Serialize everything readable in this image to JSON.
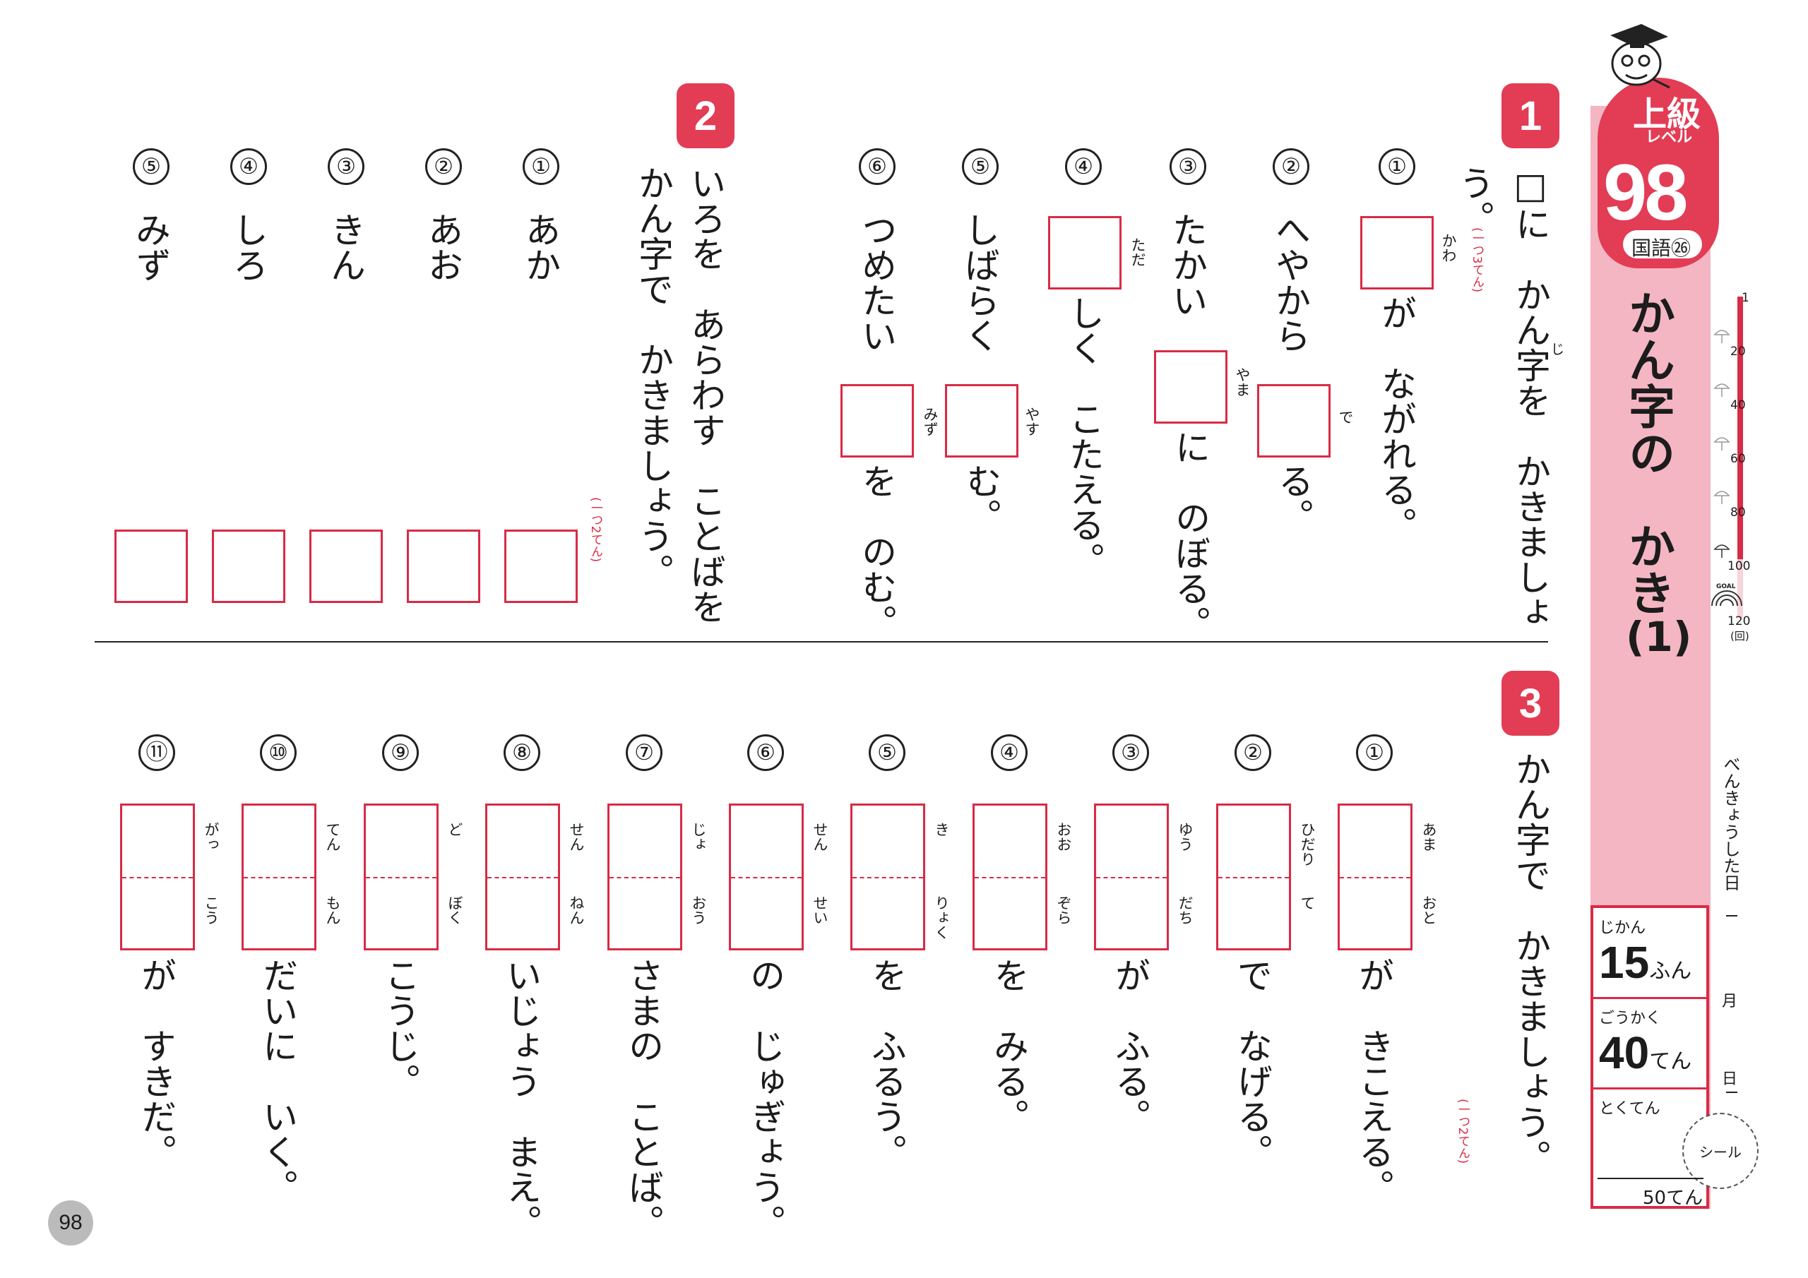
{
  "level": {
    "label": "上級",
    "sub": "レベル"
  },
  "page_number": "98",
  "subject": "国語",
  "subject_no": "㉖",
  "title": "かん字の　かき",
  "title_part": "(1)",
  "progress": {
    "ticks": [
      "1",
      "20",
      "40",
      "60",
      "80",
      "100",
      "120"
    ],
    "unit": "(回)",
    "goal": "GOAL",
    "current": 98
  },
  "study_date": {
    "label": "べんきょうした日",
    "month": "月",
    "day": "日"
  },
  "time": {
    "label": "じかん",
    "value": "15",
    "unit": "ふん"
  },
  "pass": {
    "label": "ごうかく",
    "value": "40",
    "unit": "てん"
  },
  "score": {
    "label": "とくてん",
    "sticker": "シール",
    "total": "50てん"
  },
  "page_footer": "98",
  "q1": {
    "badge": "1",
    "instruction_a": "□に　かん字を　かきましょ",
    "instruction_b": "う。",
    "ji": "じ",
    "points": "(一つ3てん)",
    "items": [
      {
        "num": "①",
        "furi1": "かわ",
        "after1": "が　ながれる。"
      },
      {
        "num": "②",
        "before": "へやから",
        "furi1": "で",
        "after1": "る。"
      },
      {
        "num": "③",
        "before": "たかい",
        "furi1": "やま",
        "after1": "に　のぼる。"
      },
      {
        "num": "④",
        "furi1": "ただ",
        "after1": "しく　こたえる。"
      },
      {
        "num": "⑤",
        "before": "しばらく",
        "furi1": "やす",
        "after1": "む。"
      },
      {
        "num": "⑥",
        "before": "つめたい",
        "furi1": "みず",
        "after1": "を　のむ。"
      }
    ]
  },
  "q2": {
    "badge": "2",
    "instruction_a": "いろを　あらわす　ことばを",
    "instruction_b": "かん字で　かきましょう。",
    "points": "(一つ2てん)",
    "items": [
      {
        "num": "①",
        "word": "あか"
      },
      {
        "num": "②",
        "word": "あお"
      },
      {
        "num": "③",
        "word": "きん"
      },
      {
        "num": "④",
        "word": "しろ"
      },
      {
        "num": "⑤",
        "word": "みず"
      }
    ]
  },
  "q3": {
    "badge": "3",
    "instruction": "かん字で　かきましょう。",
    "points": "(一つ2てん)",
    "items": [
      {
        "num": "①",
        "furi_a": "あま",
        "furi_b": "おと",
        "after": "が　きこえる。"
      },
      {
        "num": "②",
        "furi_a": "ひだり",
        "furi_b": "て",
        "after": "で　なげる。"
      },
      {
        "num": "③",
        "furi_a": "ゆう",
        "furi_b": "だち",
        "after": "が　ふる。"
      },
      {
        "num": "④",
        "furi_a": "おお",
        "furi_b": "ぞら",
        "after": "を　みる。"
      },
      {
        "num": "⑤",
        "furi_a": "き",
        "furi_b": "りょく",
        "after": "を　ふるう。"
      },
      {
        "num": "⑥",
        "furi_a": "せん",
        "furi_b": "せい",
        "after": "の　じゅぎょう。"
      },
      {
        "num": "⑦",
        "furi_a": "じょ",
        "furi_b": "おう",
        "after": "さまの　ことば。"
      },
      {
        "num": "⑧",
        "furi_a": "せん",
        "furi_b": "ねん",
        "after": "いじょう　まえ。"
      },
      {
        "num": "⑨",
        "furi_a": "ど",
        "furi_b": "ぼく",
        "after": "こうじ。"
      },
      {
        "num": "⑩",
        "furi_a": "てん",
        "furi_b": "もん",
        "after": "だいに　いく。"
      },
      {
        "num": "⑪",
        "furi_a": "がっ",
        "furi_b": "こう",
        "after": "が　すきだ。"
      }
    ]
  },
  "colors": {
    "accent": "#e33c55",
    "band": "#f4b6c2",
    "box": "#d82b46"
  }
}
